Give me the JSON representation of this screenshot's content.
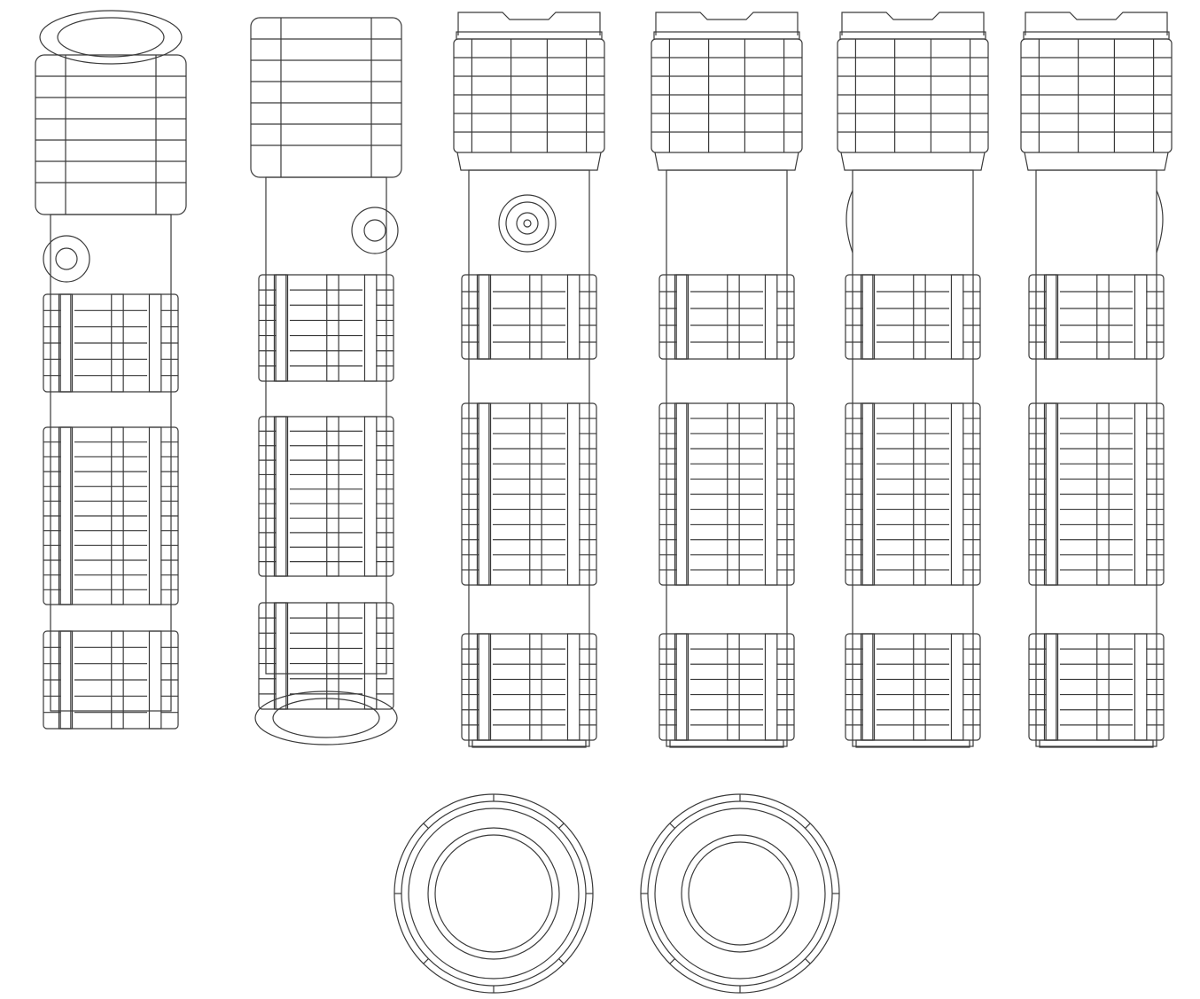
{
  "drawing": {
    "subject": "flashlight",
    "stroke_color": "#3a3a3a",
    "background": "#ffffff",
    "views": [
      {
        "name": "perspective-front-view"
      },
      {
        "name": "perspective-rear-view"
      },
      {
        "name": "front-elevation-view"
      },
      {
        "name": "rear-elevation-view"
      },
      {
        "name": "left-side-view"
      },
      {
        "name": "right-side-view"
      },
      {
        "name": "top-view"
      },
      {
        "name": "bottom-view"
      }
    ]
  }
}
